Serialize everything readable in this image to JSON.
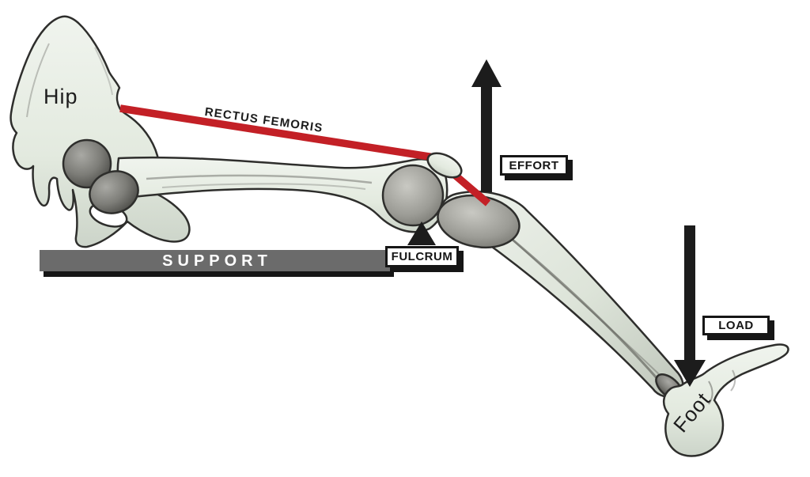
{
  "figure": {
    "subject": "Leg as a lever diagram",
    "labels": {
      "hip": "Hip",
      "muscle": "RECTUS FEMORIS",
      "effort": "EFFORT",
      "fulcrum": "FULCRUM",
      "support": "SUPPORT",
      "load": "LOAD",
      "foot": "Foot"
    }
  },
  "icons": {
    "effort_arrow": "arrow-up",
    "load_arrow": "arrow-down",
    "fulcrum_marker": "triangle-up"
  },
  "colors": {
    "background": "#ffffff",
    "muscle_red": "#c32026",
    "arrow_black": "#1c1c1c",
    "support_gray": "#6b6b6b",
    "label_bg": "#ffffff",
    "label_border": "#161616",
    "bone_fill": "#e8eee6",
    "bone_outline": "#2e2e2c",
    "text_black": "#1c1c1c"
  }
}
